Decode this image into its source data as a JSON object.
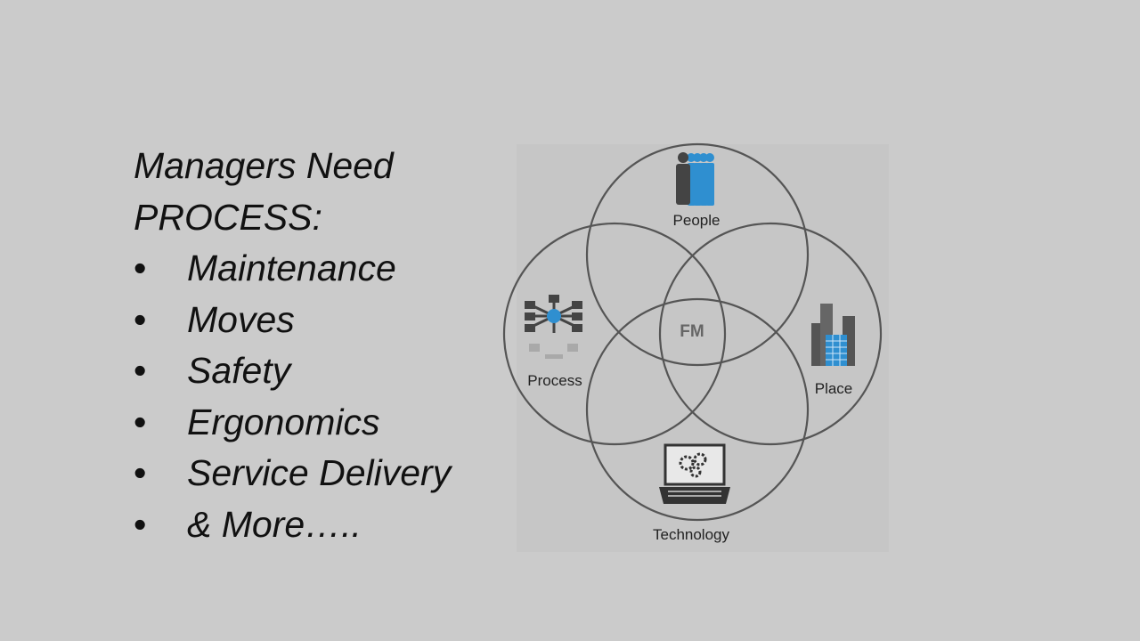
{
  "text": {
    "heading_line1": "Managers Need",
    "heading_line2": "PROCESS:",
    "bullet_char": "•",
    "items": [
      "Maintenance",
      "Moves",
      "Safety",
      "Ergonomics",
      "Service Delivery",
      "& More….."
    ]
  },
  "diagram": {
    "center_label": "FM",
    "labels": {
      "people": "People",
      "process": "Process",
      "place": "Place",
      "technology": "Technology"
    },
    "icons": {
      "people": "people-icon",
      "process": "process-network-icon",
      "place": "buildings-icon",
      "technology": "laptop-gears-icon"
    },
    "colors": {
      "circle_stroke": "#555555",
      "accent_blue": "#2f8fd0",
      "icon_dark": "#444444"
    }
  }
}
